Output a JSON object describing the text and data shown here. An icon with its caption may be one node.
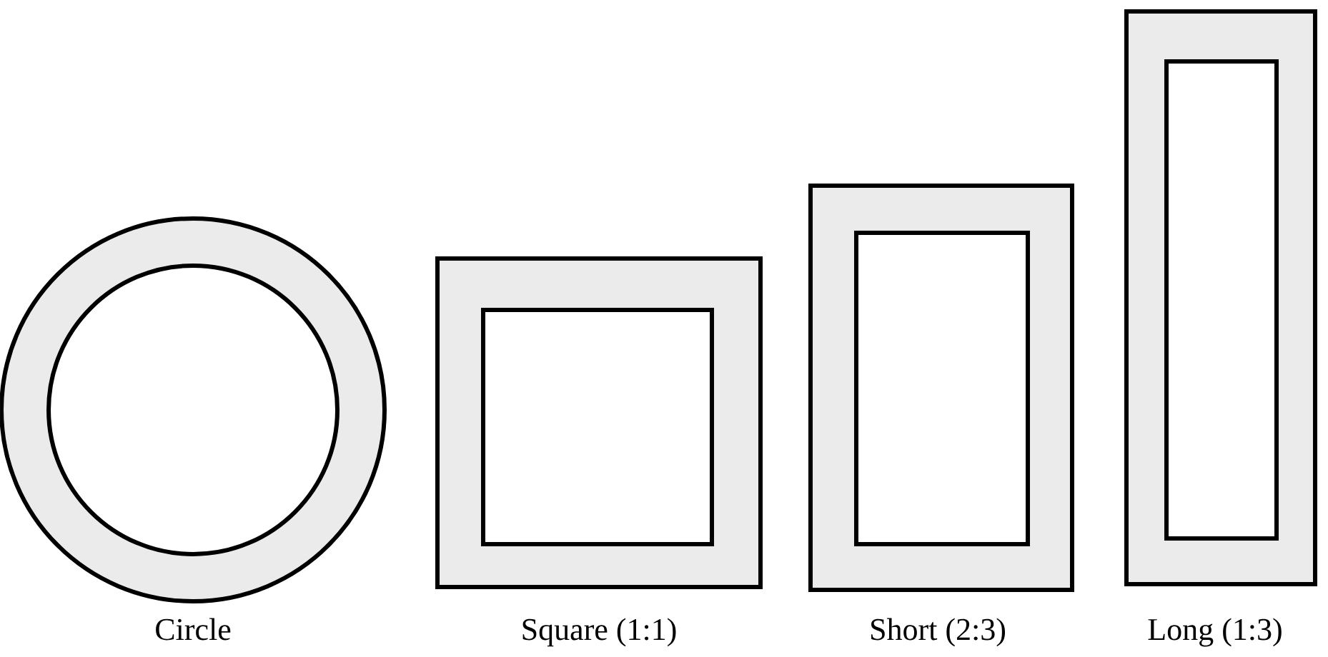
{
  "diagram": {
    "nodes": [
      {
        "text": [],
        "shape": "circle",
        "beside": [
          "Circle"
        ]
      },
      {
        "text": [],
        "shape": "box",
        "beside": [
          "Square (1:1)"
        ]
      },
      {
        "text": [],
        "shape": "box",
        "beside": [
          "Short (2:3)"
        ]
      },
      {
        "text": [],
        "shape": "box",
        "beside": [
          "Long (1:3)"
        ]
      }
    ]
  }
}
